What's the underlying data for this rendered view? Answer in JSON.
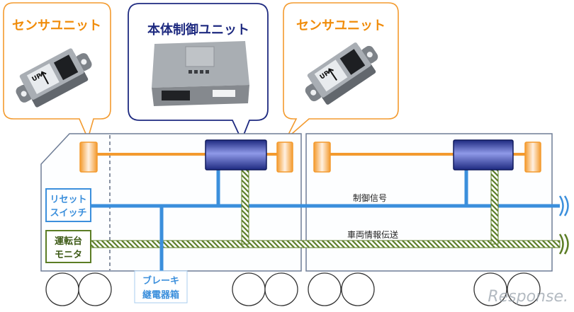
{
  "callouts": {
    "sensor_left": {
      "title": "センサユニット",
      "device_label": "UP"
    },
    "control": {
      "title": "本体制御ユニット"
    },
    "sensor_right": {
      "title": "センサユニット",
      "device_label": "UP"
    }
  },
  "labels": {
    "reset_switch": [
      "リセット",
      "スイッチ"
    ],
    "cab_monitor": [
      "運転台",
      "モニタ"
    ],
    "brake_relay": [
      "ブレーキ",
      "継電器箱"
    ],
    "control_signal": "制御信号",
    "vehicle_info": "車両情報伝送"
  },
  "watermark": "Response.",
  "colors": {
    "sensor_orange": "#f39a2e",
    "sensor_title": "#f08c0a",
    "control_navy": "#1e2a80",
    "signal_blue": "#3b8fdc",
    "info_green": "#5b7d25",
    "car_outline": "#6e7d96"
  }
}
